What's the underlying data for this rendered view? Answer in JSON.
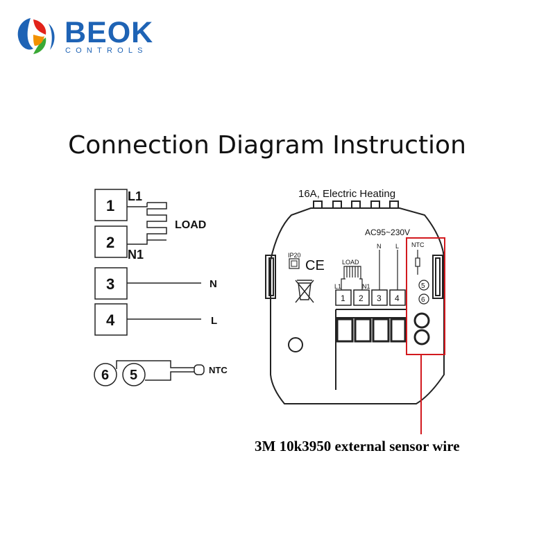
{
  "brand": {
    "name": "BEOK",
    "subtitle": "CONTROLS",
    "colors": {
      "blue": "#1e63b5",
      "red": "#e2231a",
      "green": "#3aa935",
      "orange": "#f29100"
    }
  },
  "title": "Connection Diagram Instruction",
  "left_wiring": {
    "terminals": [
      "1",
      "2",
      "3",
      "4"
    ],
    "labels": {
      "l1": "L1",
      "n1": "N1",
      "load": "LOAD",
      "n": "N",
      "l": "L",
      "ntc": "NTC"
    },
    "sensor_terminals": [
      "6",
      "5"
    ]
  },
  "device": {
    "top_label": "16A, Electric Heating",
    "voltage": "AC95~230V",
    "ip_rating": "IP20",
    "ce_mark": "CE",
    "load_label": "LOAD",
    "l1": "L1",
    "n1": "N1",
    "n": "N",
    "l": "L",
    "ntc": "NTC",
    "terminals": [
      "1",
      "2",
      "3",
      "4"
    ],
    "ntc_terminals": [
      "5",
      "6"
    ]
  },
  "caption": "3M 10k3950 external sensor wire",
  "highlight_color": "#d2191e"
}
